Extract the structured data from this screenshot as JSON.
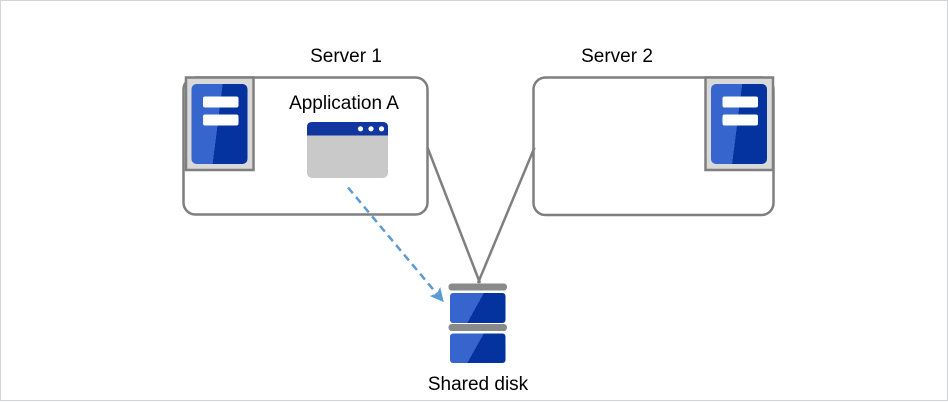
{
  "diagram": {
    "labels": {
      "server1": "Server 1",
      "server2": "Server 2",
      "application": "Application A",
      "shared_disk": "Shared disk"
    },
    "icons": {
      "server1": "server-tower-icon",
      "server2": "server-tower-icon",
      "application": "app-window-icon",
      "shared_disk": "disk-stack-icon"
    },
    "connections": [
      {
        "from": "Server 1",
        "to": "Shared disk",
        "style": "solid-line"
      },
      {
        "from": "Server 2",
        "to": "Shared disk",
        "style": "solid-line"
      },
      {
        "from": "Application A",
        "to": "Shared disk",
        "style": "dashed-arrow"
      }
    ],
    "colors": {
      "background": "#ffffff",
      "canvas_border": "#d2d5d8",
      "box_border": "#7f7f7f",
      "connector_gray": "#7f7f7f",
      "dashed_arrow_blue": "#5b9bd5",
      "icon_frame_fill": "#d9d9d9",
      "icon_blue_light": "#3565cd",
      "icon_blue_dark": "#04329e",
      "window_titlebar_blue": "#10379f",
      "window_body_gray": "#c9c9c9",
      "disk_bar_gray": "#8a8a8a",
      "text": "#000000"
    }
  }
}
